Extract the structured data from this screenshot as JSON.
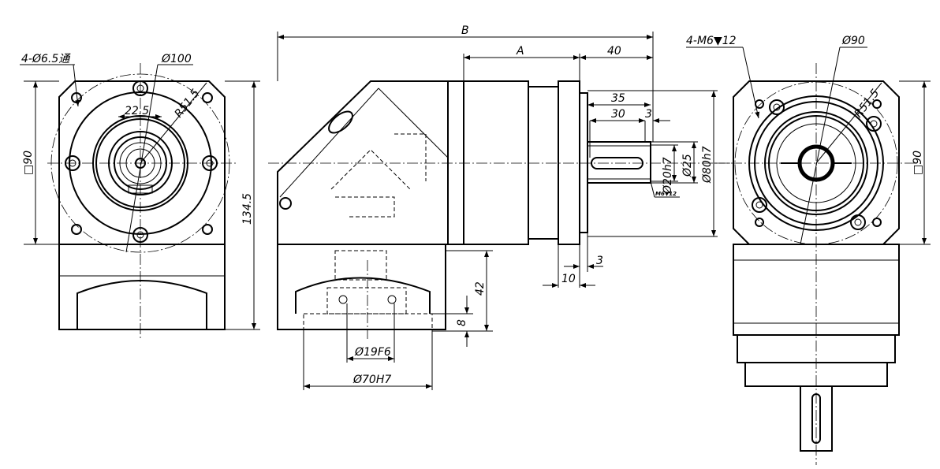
{
  "left_view": {
    "holes_label": "4-Ø6.5通",
    "pcd_label": "Ø100",
    "width_label": "22.5",
    "radius_label": "R51.5",
    "square_label": "□90",
    "height_label": "134.5"
  },
  "side_view": {
    "overall_label": "B",
    "body_label": "A",
    "shaft_length_label": "40",
    "shaft_35_label": "35",
    "key_30_label": "30",
    "key_offset_label": "3",
    "shaft_dia_label": "Ø20h7",
    "collar_dia_label": "Ø25",
    "pilot_dia_label": "Ø80h7",
    "tap_label": "M6▼12",
    "base_height_label": "42",
    "base_thk_label": "8",
    "pilot_depth_label": "3",
    "flange_label": "10",
    "bore_label": "Ø19F6",
    "input_pilot_label": "Ø70H7"
  },
  "right_view": {
    "holes_label": "4-M6▼12",
    "pcd_label": "Ø90",
    "radius_label": "R51.5",
    "square_label": "□90"
  }
}
